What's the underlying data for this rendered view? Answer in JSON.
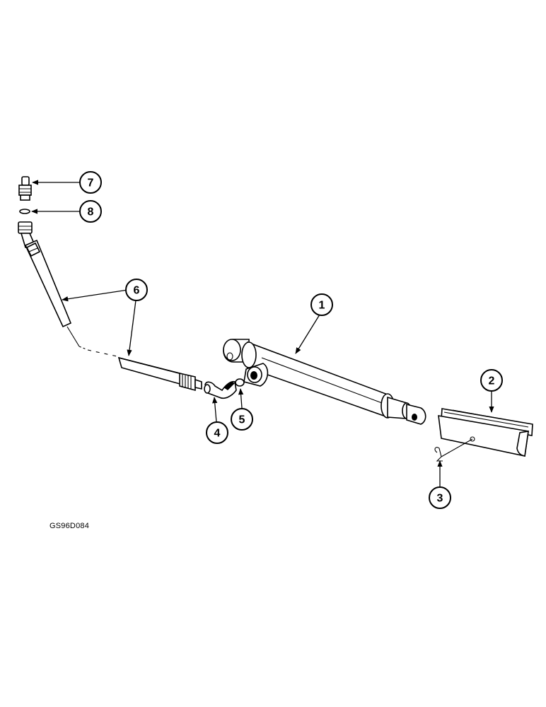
{
  "drawing_code": "GS96D084",
  "callouts": [
    {
      "id": "1",
      "label": "1"
    },
    {
      "id": "2",
      "label": "2"
    },
    {
      "id": "3",
      "label": "3"
    },
    {
      "id": "4",
      "label": "4"
    },
    {
      "id": "5",
      "label": "5"
    },
    {
      "id": "6",
      "label": "6"
    },
    {
      "id": "7",
      "label": "7"
    },
    {
      "id": "8",
      "label": "8"
    }
  ]
}
